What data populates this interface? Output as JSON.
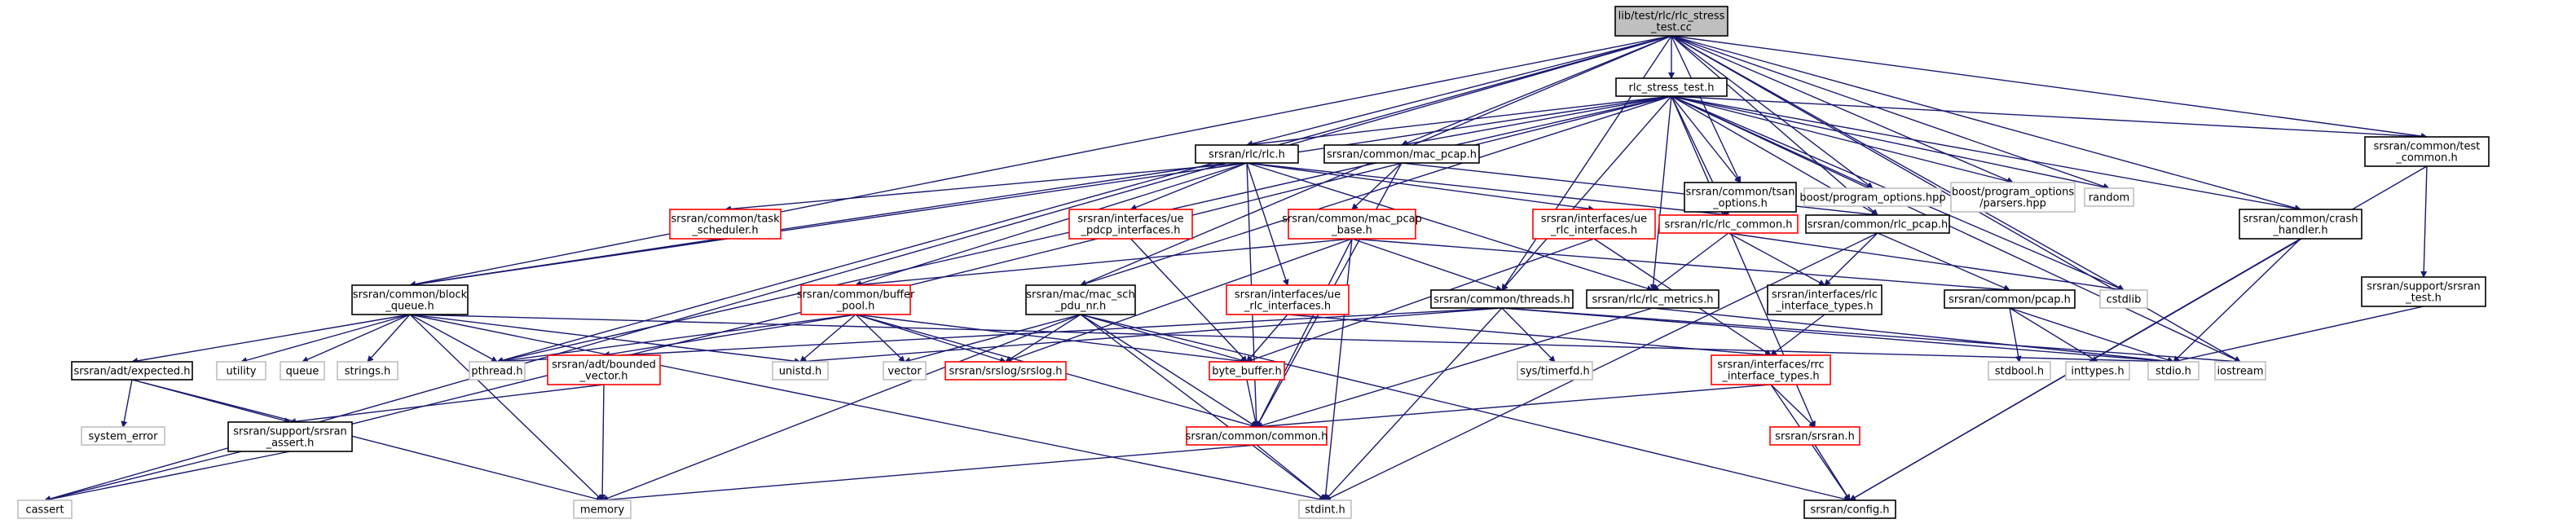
{
  "title": "lib/test/rlc/rlc_stress_test.cc",
  "colors": {
    "edge": "#191970",
    "border_documented": "#000000",
    "border_with_deps": "#ff0000",
    "border_system": "#bfbfbf",
    "fill_root": "#bfbfbf",
    "fill_default": "#ffffff",
    "text": "#000000"
  },
  "nodes": [
    {
      "id": "root",
      "label": [
        "lib/test/rlc/rlc_stress",
        "_test.cc"
      ],
      "kind": "root"
    },
    {
      "id": "n1",
      "label": [
        "rlc_stress_test.h"
      ],
      "kind": "documented"
    },
    {
      "id": "n2",
      "label": [
        "srsran/rlc/rlc.h"
      ],
      "kind": "documented"
    },
    {
      "id": "n3",
      "label": [
        "srsran/common/mac_pcap.h"
      ],
      "kind": "documented"
    },
    {
      "id": "n4",
      "label": [
        "srsran/common/tsan",
        "_options.h"
      ],
      "kind": "documented"
    },
    {
      "id": "n5",
      "label": [
        "boost/program_options.hpp"
      ],
      "kind": "system"
    },
    {
      "id": "n6",
      "label": [
        "boost/program_options",
        "/parsers.hpp"
      ],
      "kind": "system"
    },
    {
      "id": "n7",
      "label": [
        "random"
      ],
      "kind": "system"
    },
    {
      "id": "n8",
      "label": [
        "srsran/common/test",
        "_common.h"
      ],
      "kind": "documented"
    },
    {
      "id": "n9",
      "label": [
        "srsran/common/task",
        "_scheduler.h"
      ],
      "kind": "with_deps"
    },
    {
      "id": "n10",
      "label": [
        "srsran/interfaces/ue",
        "_pdcp_interfaces.h"
      ],
      "kind": "with_deps"
    },
    {
      "id": "n11",
      "label": [
        "srsran/common/mac_pcap",
        "_base.h"
      ],
      "kind": "with_deps"
    },
    {
      "id": "n12",
      "label": [
        "srsran/interfaces/ue",
        "_rlc_interfaces.h"
      ],
      "kind": "with_deps"
    },
    {
      "id": "n13",
      "label": [
        "srsran/rlc/rlc_common.h"
      ],
      "kind": "with_deps"
    },
    {
      "id": "n14",
      "label": [
        "srsran/common/rlc_pcap.h"
      ],
      "kind": "documented"
    },
    {
      "id": "n15",
      "label": [
        "srsran/common/crash",
        "_handler.h"
      ],
      "kind": "documented"
    },
    {
      "id": "n16",
      "label": [
        "srsran/support/srsran",
        "_test.h"
      ],
      "kind": "documented"
    },
    {
      "id": "n17",
      "label": [
        "srsran/common/block",
        "_queue.h"
      ],
      "kind": "documented"
    },
    {
      "id": "n18",
      "label": [
        "srsran/common/buffer",
        "_pool.h"
      ],
      "kind": "with_deps"
    },
    {
      "id": "n19",
      "label": [
        "srsran/mac/mac_sch",
        "_pdu_nr.h"
      ],
      "kind": "documented"
    },
    {
      "id": "n20",
      "label": [
        "srsran/interfaces/ue",
        "_rlc_interfaces.h"
      ],
      "kind": "with_deps"
    },
    {
      "id": "n21",
      "label": [
        "srsran/common/threads.h"
      ],
      "kind": "documented"
    },
    {
      "id": "n22",
      "label": [
        "srsran/rlc/rlc_metrics.h"
      ],
      "kind": "documented"
    },
    {
      "id": "n23",
      "label": [
        "srsran/interfaces/rlc",
        "_interface_types.h"
      ],
      "kind": "documented"
    },
    {
      "id": "n24",
      "label": [
        "srsran/common/pcap.h"
      ],
      "kind": "documented"
    },
    {
      "id": "n25",
      "label": [
        "cstdlib"
      ],
      "kind": "system"
    },
    {
      "id": "n26",
      "label": [
        "srsran/adt/expected.h"
      ],
      "kind": "documented"
    },
    {
      "id": "n27",
      "label": [
        "utility"
      ],
      "kind": "system"
    },
    {
      "id": "n28",
      "label": [
        "queue"
      ],
      "kind": "system"
    },
    {
      "id": "n29",
      "label": [
        "strings.h"
      ],
      "kind": "system"
    },
    {
      "id": "n30",
      "label": [
        "pthread.h"
      ],
      "kind": "system"
    },
    {
      "id": "n31",
      "label": [
        "srsran/adt/bounded",
        "_vector.h"
      ],
      "kind": "with_deps"
    },
    {
      "id": "n32",
      "label": [
        "unistd.h"
      ],
      "kind": "system"
    },
    {
      "id": "n33",
      "label": [
        "vector"
      ],
      "kind": "system"
    },
    {
      "id": "n34",
      "label": [
        "srsran/srslog/srslog.h"
      ],
      "kind": "with_deps"
    },
    {
      "id": "n35",
      "label": [
        "byte_buffer.h"
      ],
      "kind": "with_deps"
    },
    {
      "id": "n36",
      "label": [
        "sys/timerfd.h"
      ],
      "kind": "system"
    },
    {
      "id": "n37",
      "label": [
        "srsran/interfaces/rrc",
        "_interface_types.h"
      ],
      "kind": "with_deps"
    },
    {
      "id": "n38",
      "label": [
        "stdbool.h"
      ],
      "kind": "system"
    },
    {
      "id": "n39",
      "label": [
        "inttypes.h"
      ],
      "kind": "system"
    },
    {
      "id": "n40",
      "label": [
        "stdio.h"
      ],
      "kind": "system"
    },
    {
      "id": "n41",
      "label": [
        "iostream"
      ],
      "kind": "system"
    },
    {
      "id": "n42",
      "label": [
        "system_error"
      ],
      "kind": "system"
    },
    {
      "id": "n43",
      "label": [
        "srsran/support/srsran",
        "_assert.h"
      ],
      "kind": "documented"
    },
    {
      "id": "n44",
      "label": [
        "srsran/srsran.h"
      ],
      "kind": "with_deps"
    },
    {
      "id": "n45",
      "label": [
        "srsran/common/common.h"
      ],
      "kind": "with_deps"
    },
    {
      "id": "n46",
      "label": [
        "cassert"
      ],
      "kind": "system"
    },
    {
      "id": "n47",
      "label": [
        "memory"
      ],
      "kind": "system"
    },
    {
      "id": "n48",
      "label": [
        "stdint.h"
      ],
      "kind": "system"
    },
    {
      "id": "n49",
      "label": [
        "srsran/config.h"
      ],
      "kind": "documented"
    }
  ],
  "edges": [
    [
      "root",
      "n1"
    ],
    [
      "root",
      "n2"
    ],
    [
      "root",
      "n3"
    ],
    [
      "root",
      "n4"
    ],
    [
      "root",
      "n5"
    ],
    [
      "root",
      "n6"
    ],
    [
      "root",
      "n7"
    ],
    [
      "root",
      "n8"
    ],
    [
      "root",
      "n15"
    ],
    [
      "root",
      "n17"
    ],
    [
      "root",
      "n19"
    ],
    [
      "root",
      "n21"
    ],
    [
      "root",
      "n25"
    ],
    [
      "root",
      "n30"
    ],
    [
      "root",
      "n41"
    ],
    [
      "root",
      "n46"
    ],
    [
      "root",
      "n14"
    ],
    [
      "n1",
      "n2"
    ],
    [
      "n1",
      "n3"
    ],
    [
      "n1",
      "n4"
    ],
    [
      "n1",
      "n5"
    ],
    [
      "n1",
      "n6"
    ],
    [
      "n1",
      "n7"
    ],
    [
      "n1",
      "n8"
    ],
    [
      "n1",
      "n13"
    ],
    [
      "n1",
      "n14"
    ],
    [
      "n1",
      "n15"
    ],
    [
      "n1",
      "n17"
    ],
    [
      "n1",
      "n19"
    ],
    [
      "n1",
      "n21"
    ],
    [
      "n1",
      "n22"
    ],
    [
      "n1",
      "n25"
    ],
    [
      "n1",
      "n30"
    ],
    [
      "n1",
      "n41"
    ],
    [
      "n1",
      "n44"
    ],
    [
      "n1",
      "n46"
    ],
    [
      "n2",
      "n9"
    ],
    [
      "n2",
      "n10"
    ],
    [
      "n2",
      "n12"
    ],
    [
      "n2",
      "n13"
    ],
    [
      "n2",
      "n17"
    ],
    [
      "n2",
      "n18"
    ],
    [
      "n2",
      "n20"
    ],
    [
      "n2",
      "n22"
    ],
    [
      "n2",
      "n45"
    ],
    [
      "n3",
      "n11"
    ],
    [
      "n3",
      "n14"
    ],
    [
      "n3",
      "n45"
    ],
    [
      "n8",
      "n16"
    ],
    [
      "n8",
      "n49"
    ],
    [
      "n9",
      "n17"
    ],
    [
      "n10",
      "n35"
    ],
    [
      "n11",
      "n18"
    ],
    [
      "n11",
      "n21"
    ],
    [
      "n11",
      "n24"
    ],
    [
      "n11",
      "n34"
    ],
    [
      "n11",
      "n45"
    ],
    [
      "n11",
      "n48"
    ],
    [
      "n12",
      "n35"
    ],
    [
      "n12",
      "n37"
    ],
    [
      "n13",
      "n22"
    ],
    [
      "n13",
      "n23"
    ],
    [
      "n13",
      "n25"
    ],
    [
      "n14",
      "n23"
    ],
    [
      "n14",
      "n24"
    ],
    [
      "n14",
      "n48"
    ],
    [
      "n15",
      "n40"
    ],
    [
      "n15",
      "n49"
    ],
    [
      "n16",
      "n40"
    ],
    [
      "n17",
      "n26"
    ],
    [
      "n17",
      "n27"
    ],
    [
      "n17",
      "n28"
    ],
    [
      "n17",
      "n29"
    ],
    [
      "n17",
      "n30"
    ],
    [
      "n17",
      "n32"
    ],
    [
      "n17",
      "n40"
    ],
    [
      "n17",
      "n47"
    ],
    [
      "n17",
      "n48"
    ],
    [
      "n18",
      "n30"
    ],
    [
      "n18",
      "n31"
    ],
    [
      "n18",
      "n32"
    ],
    [
      "n18",
      "n33"
    ],
    [
      "n18",
      "n34"
    ],
    [
      "n18",
      "n35"
    ],
    [
      "n18",
      "n45"
    ],
    [
      "n19",
      "n33"
    ],
    [
      "n19",
      "n34"
    ],
    [
      "n19",
      "n35"
    ],
    [
      "n19",
      "n45"
    ],
    [
      "n19",
      "n47"
    ],
    [
      "n19",
      "n48"
    ],
    [
      "n19",
      "n49"
    ],
    [
      "n20",
      "n35"
    ],
    [
      "n20",
      "n37"
    ],
    [
      "n21",
      "n30"
    ],
    [
      "n21",
      "n32"
    ],
    [
      "n21",
      "n36"
    ],
    [
      "n21",
      "n40"
    ],
    [
      "n21",
      "n41"
    ],
    [
      "n21",
      "n48"
    ],
    [
      "n22",
      "n45"
    ],
    [
      "n22",
      "n40"
    ],
    [
      "n23",
      "n37"
    ],
    [
      "n24",
      "n38"
    ],
    [
      "n24",
      "n39"
    ],
    [
      "n24",
      "n40"
    ],
    [
      "n26",
      "n42"
    ],
    [
      "n26",
      "n43"
    ],
    [
      "n26",
      "n47"
    ],
    [
      "n31",
      "n43"
    ],
    [
      "n31",
      "n47"
    ],
    [
      "n35",
      "n45"
    ],
    [
      "n37",
      "n44"
    ],
    [
      "n37",
      "n45"
    ],
    [
      "n37",
      "n49"
    ],
    [
      "n43",
      "n46"
    ],
    [
      "n44",
      "n49"
    ],
    [
      "n45",
      "n47"
    ],
    [
      "n45",
      "n48"
    ]
  ]
}
